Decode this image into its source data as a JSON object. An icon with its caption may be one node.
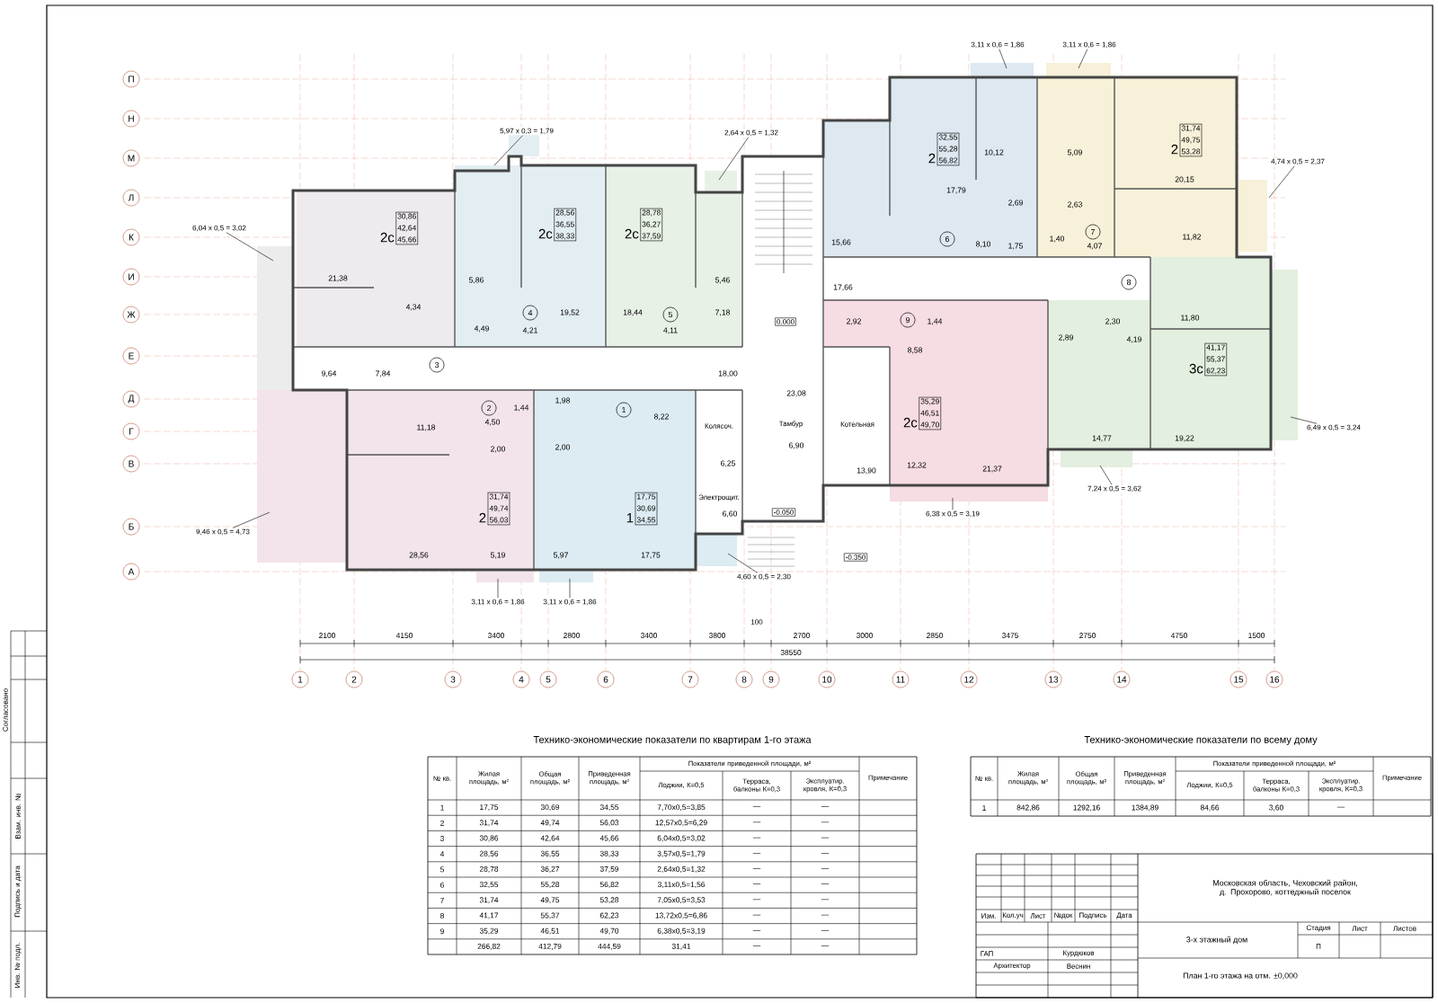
{
  "diagram": {
    "nodes": [
      {
        "text": [
          "П"
        ]
      },
      {
        "text": [
          "Н"
        ]
      },
      {
        "text": [
          "М"
        ]
      },
      {
        "text": [
          "Л"
        ]
      },
      {
        "text": [
          "К"
        ]
      },
      {
        "text": [
          "И"
        ]
      },
      {
        "text": [
          "Ж"
        ]
      },
      {
        "text": [
          "Е"
        ]
      },
      {
        "text": [
          "Д"
        ]
      },
      {
        "text": [
          "Г"
        ]
      },
      {
        "text": [
          "В"
        ]
      },
      {
        "text": [
          "Б"
        ]
      },
      {
        "text": [
          "А"
        ]
      },
      {
        "text": [
          "1"
        ]
      },
      {
        "text": [
          "2"
        ]
      },
      {
        "text": [
          "3"
        ]
      },
      {
        "text": [
          "4"
        ]
      },
      {
        "text": [
          "5"
        ]
      },
      {
        "text": [
          "6"
        ]
      },
      {
        "text": [
          "7"
        ]
      },
      {
        "text": [
          "8"
        ]
      },
      {
        "text": [
          "9"
        ]
      },
      {
        "text": [
          "10"
        ]
      },
      {
        "text": [
          "11"
        ]
      },
      {
        "text": [
          "12"
        ]
      },
      {
        "text": [
          "13"
        ]
      },
      {
        "text": [
          "14"
        ]
      },
      {
        "text": [
          "15"
        ]
      },
      {
        "text": [
          "16"
        ]
      },
      {
        "text": [
          "2с",
          "30,86",
          "42,64",
          "45,66"
        ]
      },
      {
        "text": [
          "2с",
          "28,56",
          "36,55",
          "38,33"
        ]
      },
      {
        "text": [
          "2с",
          "28,78",
          "36,27",
          "37,59"
        ]
      },
      {
        "text": [
          "2",
          "31,74",
          "49,74",
          "56,03"
        ]
      },
      {
        "text": [
          "1",
          "17,75",
          "30,69",
          "34,55"
        ]
      },
      {
        "text": [
          "2",
          "32,55",
          "55,28",
          "56,82"
        ]
      },
      {
        "text": [
          "2",
          "31,74",
          "49,75",
          "53,28"
        ]
      },
      {
        "text": [
          "2с",
          "35,29",
          "46,51",
          "49,70"
        ]
      },
      {
        "text": [
          "3с",
          "41,17",
          "55,37",
          "62,23"
        ]
      },
      {
        "text": [
          "1"
        ]
      },
      {
        "text": [
          "2"
        ]
      },
      {
        "text": [
          "3"
        ]
      },
      {
        "text": [
          "4"
        ]
      },
      {
        "text": [
          "5"
        ]
      },
      {
        "text": [
          "6"
        ]
      },
      {
        "text": [
          "7"
        ]
      },
      {
        "text": [
          "8"
        ]
      },
      {
        "text": [
          "9"
        ]
      },
      {
        "text": [
          "0.000"
        ]
      },
      {
        "text": [
          "-0.050"
        ]
      },
      {
        "text": [
          "-0.350"
        ]
      },
      {
        "text": [
          "5,97 x 0,3 = 1,79"
        ]
      },
      {
        "text": [
          "2,64 x 0,5 = 1,32"
        ]
      },
      {
        "text": [
          "6,04 x 0,5 = 3,02"
        ]
      },
      {
        "text": [
          "3,11 x 0,6 = 1,86"
        ]
      },
      {
        "text": [
          "3,11 x 0,6 = 1,86"
        ]
      },
      {
        "text": [
          "4,74 x 0,5 = 2,37"
        ]
      },
      {
        "text": [
          "6,49 x 0,5 = 3,24"
        ]
      },
      {
        "text": [
          "9,46 x 0,5 = 4,73"
        ]
      },
      {
        "text": [
          "7,24 x 0,5 = 3,62"
        ]
      },
      {
        "text": [
          "6,38 x 0,5 = 3,19"
        ]
      },
      {
        "text": [
          "4,60 x 0,5 = 2,30"
        ]
      },
      {
        "text": [
          "3,11 x 0,6 = 1,86"
        ]
      },
      {
        "text": [
          "3,11 x 0,6 = 1,86"
        ]
      }
    ],
    "edges": [
      {
        "from": 50,
        "to": null,
        "arrow": "none"
      },
      {
        "from": 51,
        "to": null,
        "arrow": "none"
      },
      {
        "from": 52,
        "to": null,
        "arrow": "none"
      },
      {
        "from": 53,
        "to": null,
        "arrow": "none"
      },
      {
        "from": 54,
        "to": null,
        "arrow": "none"
      },
      {
        "from": 55,
        "to": null,
        "arrow": "none"
      },
      {
        "from": 56,
        "to": null,
        "arrow": "none"
      },
      {
        "from": 57,
        "to": null,
        "arrow": "none"
      },
      {
        "from": 58,
        "to": null,
        "arrow": "none"
      },
      {
        "from": 59,
        "to": null,
        "arrow": "none"
      },
      {
        "from": 60,
        "to": null,
        "arrow": "none"
      },
      {
        "from": 61,
        "to": null,
        "arrow": "none"
      },
      {
        "from": 62,
        "to": null,
        "arrow": "none"
      }
    ],
    "labels": [
      "21,38",
      "5,86",
      "5,46",
      "4,34",
      "19,52",
      "18,44",
      "7,18",
      "4,49",
      "4,21",
      "4,11",
      "9,64",
      "7,84",
      "18,00",
      "23,08",
      "1,98",
      "1,44",
      "8,22",
      "4,50",
      "Колясоч.",
      "Тамбур",
      "11,18",
      "6,90",
      "2,00",
      "2,00",
      "6,25",
      "Электрощит.",
      "6,60",
      "28,56",
      "5,19",
      "5,97",
      "17,75",
      "10,12",
      "5,09",
      "20,15",
      "17,79",
      "2,69",
      "2,63",
      "11,82",
      "15,66",
      "8,10",
      "1,75",
      "1,40",
      "4,07",
      "17,66",
      "2,92",
      "1,44",
      "2,30",
      "11,80",
      "2,89",
      "4,19",
      "8,58",
      "Котельная",
      "14,77",
      "19,22",
      "13,90",
      "12,32",
      "21,37",
      "100",
      "2100",
      "4150",
      "3400",
      "2800",
      "3400",
      "3800",
      "2700",
      "3000",
      "2850",
      "3475",
      "2750",
      "4750",
      "1500",
      "38550",
      "Технико-экономические показатели по квартирам 1-го этажа",
      "№ кв.",
      "Жилая площадь, м²",
      "Общая площадь, м²",
      "Приведенная площадь, м²",
      "Показатели приведенной площади, м²",
      "Примечание",
      "Лоджии, К=0,5",
      "Терраса, балконы К=0,3",
      "Эксплуатир. кровля, К=0,3",
      "1",
      "17,75",
      "30,69",
      "34,55",
      "7,70х0,5=3,85",
      "—",
      "—",
      "2",
      "31,74",
      "49,74",
      "56,03",
      "12,57х0,5=6,29",
      "—",
      "—",
      "3",
      "30,86",
      "42,64",
      "45,66",
      "6,04х0,5=3,02",
      "—",
      "—",
      "4",
      "28,56",
      "36,55",
      "38,33",
      "3,57х0,5=1,79",
      "—",
      "—",
      "5",
      "28,78",
      "36,27",
      "37,59",
      "2,64х0,5=1,32",
      "—",
      "—",
      "6",
      "32,55",
      "55,28",
      "56,82",
      "3,11х0,5=1,56",
      "—",
      "—",
      "7",
      "31,74",
      "49,75",
      "53,28",
      "7,05х0,5=3,53",
      "—",
      "—",
      "8",
      "41,17",
      "55,37",
      "62,23",
      "13,72х0,5=6,86",
      "—",
      "—",
      "9",
      "35,29",
      "46,51",
      "49,70",
      "6,38х0,5=3,19",
      "—",
      "—",
      "266,82",
      "412,79",
      "444,59",
      "31,41",
      "—",
      "—",
      "Технико-экономические показатели по всему дому",
      "№ кв.",
      "Жилая площадь, м²",
      "Общая площадь, м²",
      "Приведенная площадь, м²",
      "Показатели приведенной площади, м²",
      "Примечание",
      "Лоджии, К=0,5",
      "Терраса, балконы К=0,3",
      "Эксплуатир. кровля, К=0,3",
      "1",
      "842,86",
      "1292,16",
      "1384,89",
      "84,66",
      "3,60",
      "—",
      "Изм.",
      "Кол.уч",
      "Лист",
      "№док",
      "Подпись",
      "Дата",
      "ГАП",
      "Курдюков",
      "Архитектор",
      "Веснин",
      "Московская область, Чеховский район, д. Прохорово, коттеджный поселок",
      "3-х этажный дом",
      "Стадия",
      "Лист",
      "Листов",
      "П",
      "План 1-го этажа на отм. ±0,000",
      "Согласовано",
      "Взам. инв. №",
      "Подпись и дата",
      "Инв. № подл."
    ]
  }
}
